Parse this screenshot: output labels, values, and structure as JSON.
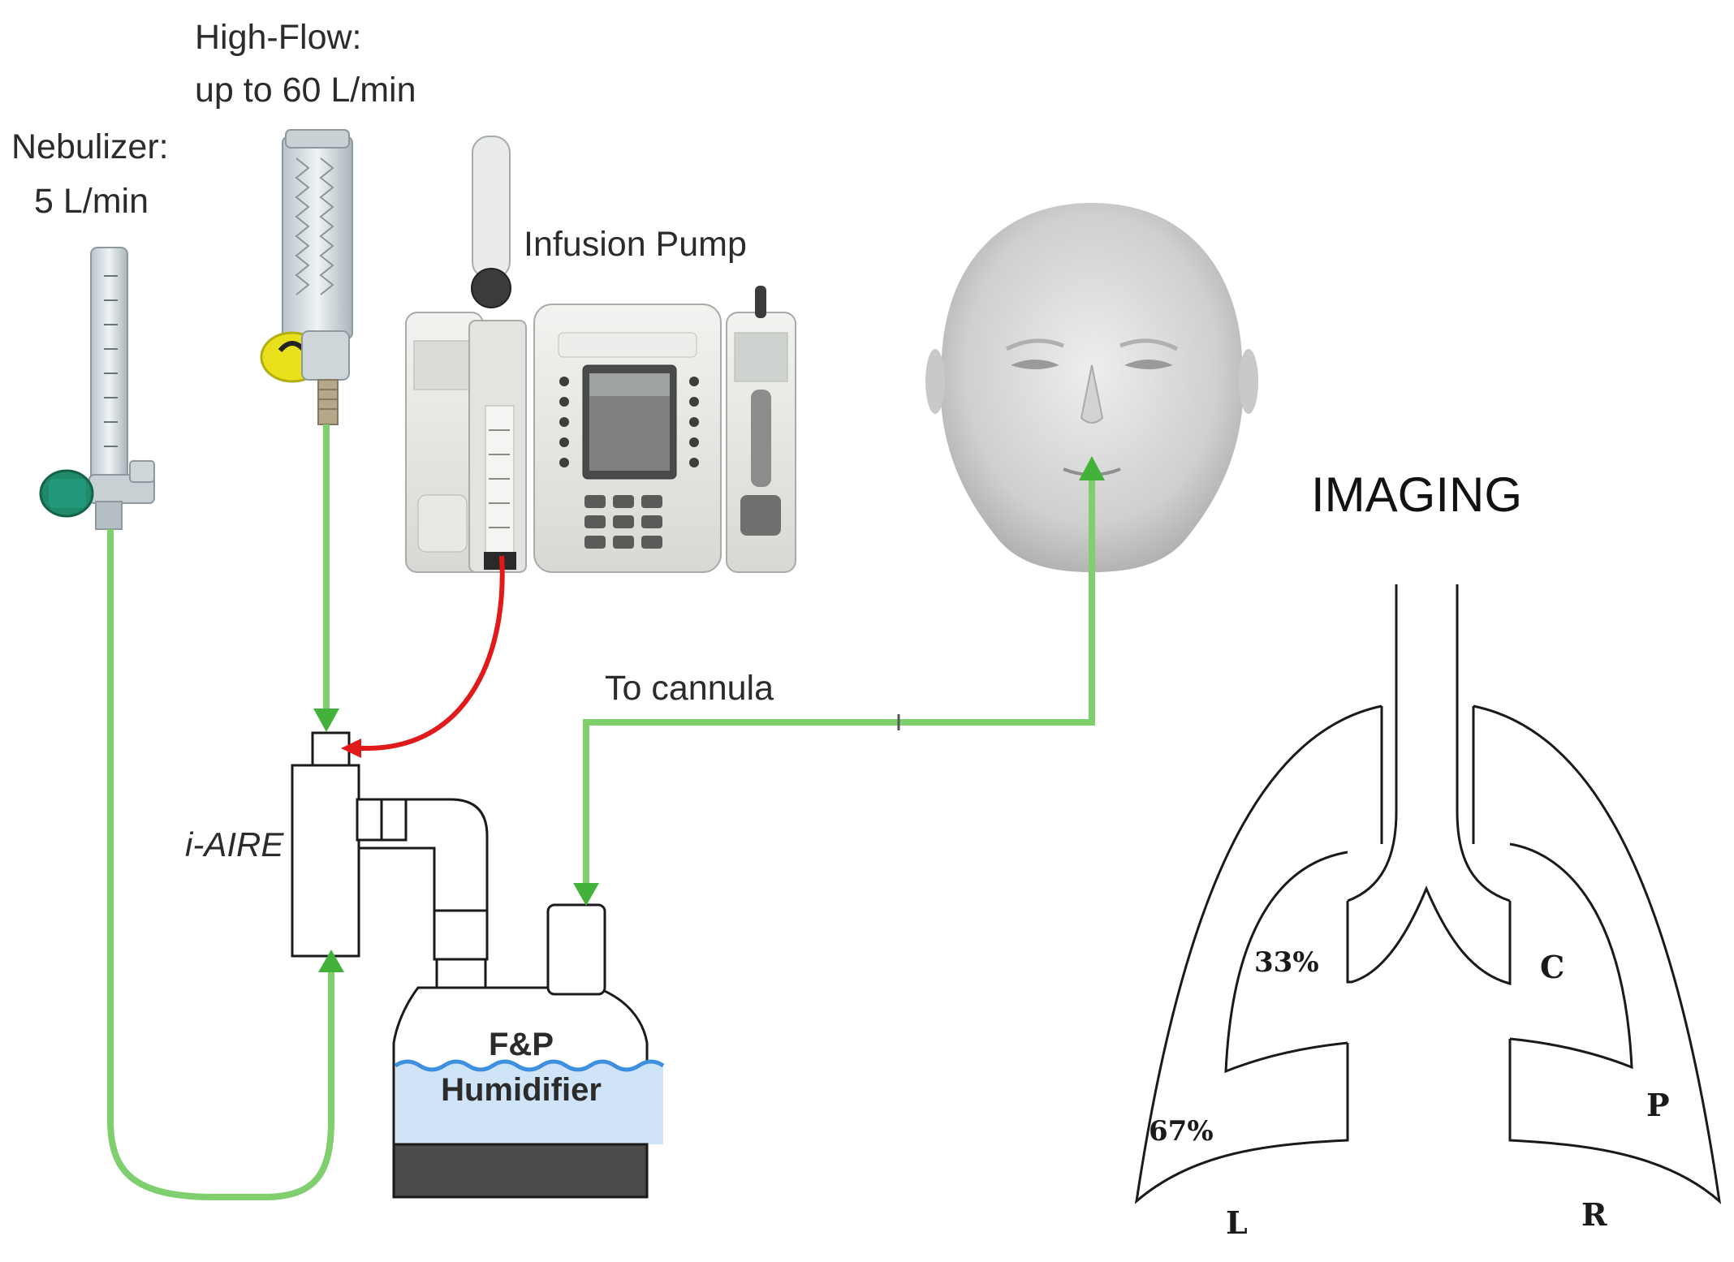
{
  "labels": {
    "nebulizer_title": "Nebulizer:",
    "nebulizer_rate": "5 L/min",
    "highflow_title": "High-Flow:",
    "highflow_rate": "up to 60 L/min",
    "infusion_pump": "Infusion Pump",
    "to_cannula": "To cannula",
    "iaire": "i-AIRE",
    "humidifier_brand": "F&P",
    "humidifier": "Humidifier",
    "imaging": "IMAGING"
  },
  "lungs": {
    "left_upper_pct": "33%",
    "left_lower_pct": "67%",
    "right_central": "C",
    "right_peripheral": "P",
    "left_side": "L",
    "right_side": "R"
  },
  "colors": {
    "oxygen_line": "#7fcf6f",
    "oxygen_arrow": "#43b23b",
    "drug_line": "#e01a1a",
    "water": "#cfe4f7",
    "wave": "#3d8fe0",
    "flowmeter_knob": "#1f8a6a",
    "highflow_knob": "#e8e01a"
  },
  "icons": [
    "nebulizer-flowmeter-icon",
    "highflow-flowmeter-icon",
    "infusion-pump-icon",
    "face-icon",
    "lungs-icon"
  ]
}
